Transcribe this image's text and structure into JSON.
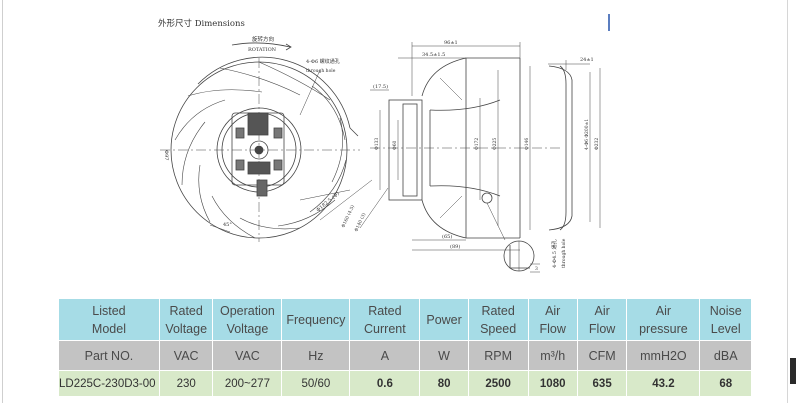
{
  "drawing": {
    "title": "外形尺寸 Dimensions",
    "rotation_cn": "旋转方向",
    "rotation_en": "ROTATION",
    "hole_cn": "4-Φ6 螺纹通孔",
    "hole_en": "through hole",
    "detail_cn": "4-Φ4.5 通孔",
    "detail_en": "through hole",
    "labels": {
      "angle": "45°",
      "left_dia": "Φ97",
      "bolt_circle": "Φ182.5 (Φ)",
      "pcd_a": "Φ160 (4.5)",
      "pcd_b": "Φ140 (3)",
      "top_depth": "96±1",
      "top_offset": "34.5±1.5",
      "left_offset": "(17.5)",
      "dia_hub": "Φ133",
      "dia_motor": "Φ60",
      "dia_a": "Φ172",
      "dia_b": "Φ225",
      "dia_c": "Φ146",
      "bottom_a": "(65)",
      "bottom_b": "(89)",
      "right_depth": "24±1",
      "right_pcd": "4-Φ6 Φ200±1",
      "right_dia": "Φ232",
      "detail_dim": "3"
    }
  },
  "table": {
    "headers": [
      [
        "Listed",
        "Model"
      ],
      [
        "Rated",
        "Voltage"
      ],
      [
        "Operation",
        "Voltage"
      ],
      [
        "Frequency"
      ],
      [
        "Rated",
        "Current"
      ],
      [
        "Power"
      ],
      [
        "Rated",
        "Speed"
      ],
      [
        "Air",
        "Flow"
      ],
      [
        "Air",
        "Flow"
      ],
      [
        "Air",
        "pressure"
      ],
      [
        "Noise",
        "Level"
      ]
    ],
    "units": [
      "Part NO.",
      "VAC",
      "VAC",
      "Hz",
      "A",
      "W",
      "RPM",
      "m³/h",
      "CFM",
      "mmH2O",
      "dBA"
    ],
    "values": [
      "LD225C-230D3-00",
      "230",
      "200~277",
      "50/60",
      "0.6",
      "80",
      "2500",
      "1080",
      "635",
      "43.2",
      "68"
    ]
  }
}
